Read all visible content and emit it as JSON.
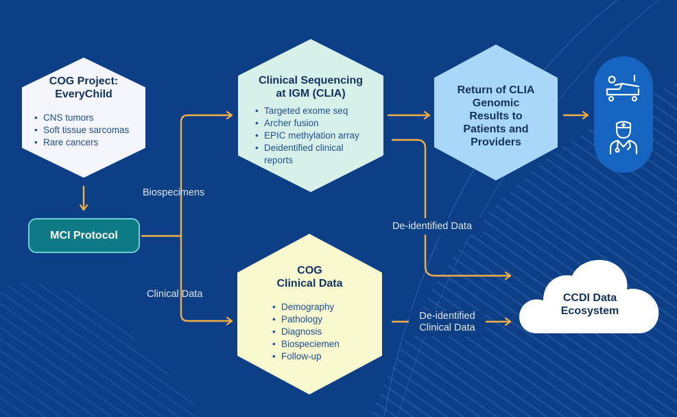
{
  "colors": {
    "background": "#0d3f86",
    "arrow": "#f4b042",
    "cog_project_fill": "#f4f6fb",
    "sequencing_fill": "#d7f1ea",
    "return_fill": "#a9d7f7",
    "cog_clinical_fill": "#f8f9cf",
    "mci_fill": "#0e7a86",
    "endpoint_pill": "#1565c0"
  },
  "cog_project": {
    "title": "COG Project:\nEveryChild",
    "items": [
      "CNS tumors",
      "Soft tissue sarcomas",
      "Rare cancers"
    ]
  },
  "mci": {
    "label": "MCI Protocol"
  },
  "edge_labels": {
    "biospecimens": "Biospecimens",
    "clinical_data": "Clinical Data",
    "deid_data": "De-identified Data",
    "deid_clinical": "De-identified\nClinical Data"
  },
  "sequencing": {
    "title": "Clinical Sequencing\nat IGM (CLIA)",
    "items": [
      "Targeted exome seq",
      "Archer fusion",
      "EPIC methylation array",
      "Deidentified clinical\nreports"
    ]
  },
  "cog_clinical": {
    "title": "COG\nClinical Data",
    "items": [
      "Demography",
      "Pathology",
      "Diagnosis",
      "Biospeciemen",
      "Follow-up"
    ]
  },
  "return_results": {
    "title": "Return of CLIA\nGenomic\nResults to\nPatients and\nProviders"
  },
  "endpoints": {
    "icons": [
      "hospital-bed-icon",
      "doctor-icon"
    ]
  },
  "ccdi": {
    "title": "CCDI Data\nEcosystem"
  }
}
